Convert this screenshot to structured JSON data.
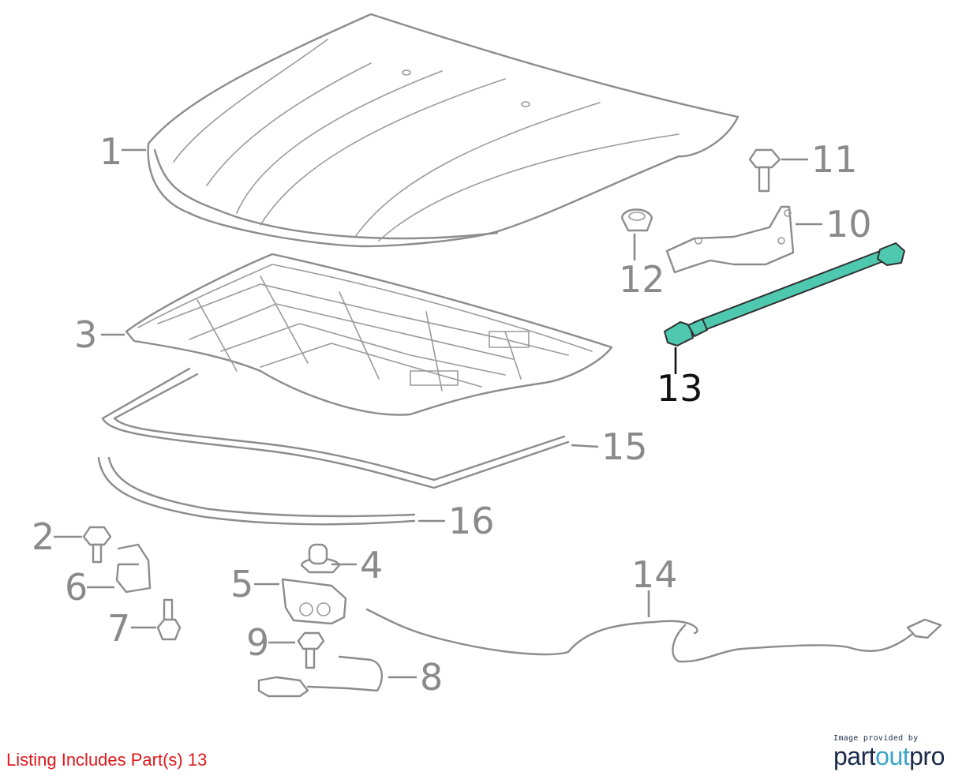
{
  "diagram": {
    "callouts": [
      {
        "num": "1"
      },
      {
        "num": "2"
      },
      {
        "num": "3"
      },
      {
        "num": "4"
      },
      {
        "num": "5"
      },
      {
        "num": "6"
      },
      {
        "num": "7"
      },
      {
        "num": "8"
      },
      {
        "num": "9"
      },
      {
        "num": "10"
      },
      {
        "num": "11"
      },
      {
        "num": "12"
      },
      {
        "num": "13"
      },
      {
        "num": "14"
      },
      {
        "num": "15"
      },
      {
        "num": "16"
      }
    ],
    "highlighted_part": "13",
    "highlight_color": "#4ec9b0"
  },
  "listing_text": "Listing Includes Part(s) 13",
  "credit": {
    "small": "Image provided by",
    "logo_part1": "part",
    "logo_part2": "out",
    "logo_part3": "pro"
  }
}
